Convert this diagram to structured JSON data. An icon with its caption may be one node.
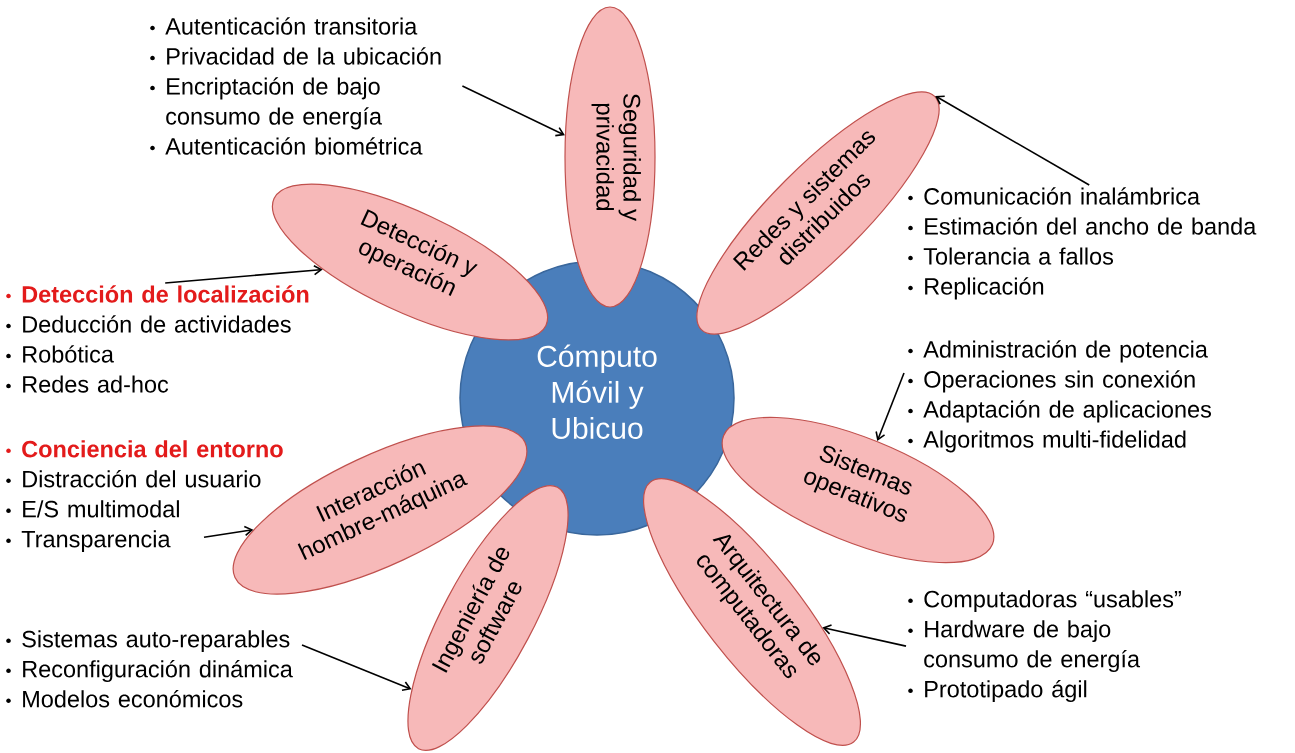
{
  "diagram": {
    "nodes": [
      {
        "text": [
          "Cómputo Móvil y Ubicuo"
        ]
      },
      {
        "text": [
          "Seguridad y privacidad"
        ]
      },
      {
        "text": [
          "Redes y sistemas distribuidos"
        ]
      },
      {
        "text": [
          "Sistemas operativos"
        ]
      },
      {
        "text": [
          "Arquitectura de computadoras"
        ]
      },
      {
        "text": [
          "Ingeniería de software"
        ]
      },
      {
        "text": [
          "Interacción hombre-máquina"
        ]
      },
      {
        "text": [
          "Detección y operación"
        ]
      },
      {
        "text": [
          "Autenticación transitoria",
          "Privacidad de la ubicación",
          "Encriptación de bajo consumo de energía",
          "Autenticación biométrica"
        ]
      },
      {
        "text": [
          "Comunicación inalámbrica",
          "Estimación del ancho de banda",
          "Tolerancia a fallos",
          "Replicación"
        ]
      },
      {
        "text": [
          "Detección de localización",
          "Deducción de actividades",
          "Robótica",
          "Redes ad-hoc"
        ]
      },
      {
        "text": [
          "Administración de potencia",
          "Operaciones sin conexión",
          "Adaptación de aplicaciones",
          "Algoritmos multi-fidelidad"
        ]
      },
      {
        "text": [
          "Conciencia del entorno",
          "Distracción del usuario",
          "E/S multimodal",
          "Transparencia"
        ]
      },
      {
        "text": [
          "Computadoras “usables”",
          "Hardware de bajo consumo de energía",
          "Prototipado ágil"
        ]
      },
      {
        "text": [
          "Sistemas auto-reparables",
          "Reconfiguración dinámica",
          "Modelos económicos"
        ]
      }
    ],
    "edges": [
      {
        "from": 8,
        "to": 1,
        "arrow": "to"
      },
      {
        "from": 9,
        "to": 2,
        "arrow": "to"
      },
      {
        "from": 10,
        "to": 7,
        "arrow": "to"
      },
      {
        "from": 11,
        "to": 3,
        "arrow": "to"
      },
      {
        "from": 12,
        "to": 6,
        "arrow": "to"
      },
      {
        "from": 13,
        "to": 4,
        "arrow": "to"
      },
      {
        "from": 14,
        "to": 5,
        "arrow": "to"
      }
    ]
  }
}
